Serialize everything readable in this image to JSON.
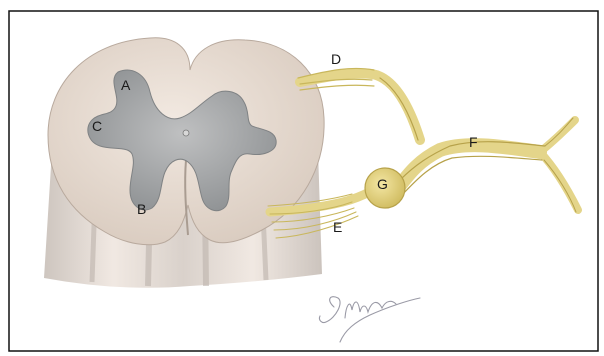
{
  "labels": {
    "A": "A",
    "B": "B",
    "C": "C",
    "D": "D",
    "E": "E",
    "F": "F",
    "G": "G"
  },
  "colors": {
    "frame": "#111111",
    "background": "#ffffff",
    "white_matter": "#e9ddd3",
    "grey_matter": "#9ea1a3",
    "nerve_yellow": "#e4d58a",
    "nerve_outline": "#b7a24a",
    "rootlets_shadow": "#d9cfc8"
  }
}
